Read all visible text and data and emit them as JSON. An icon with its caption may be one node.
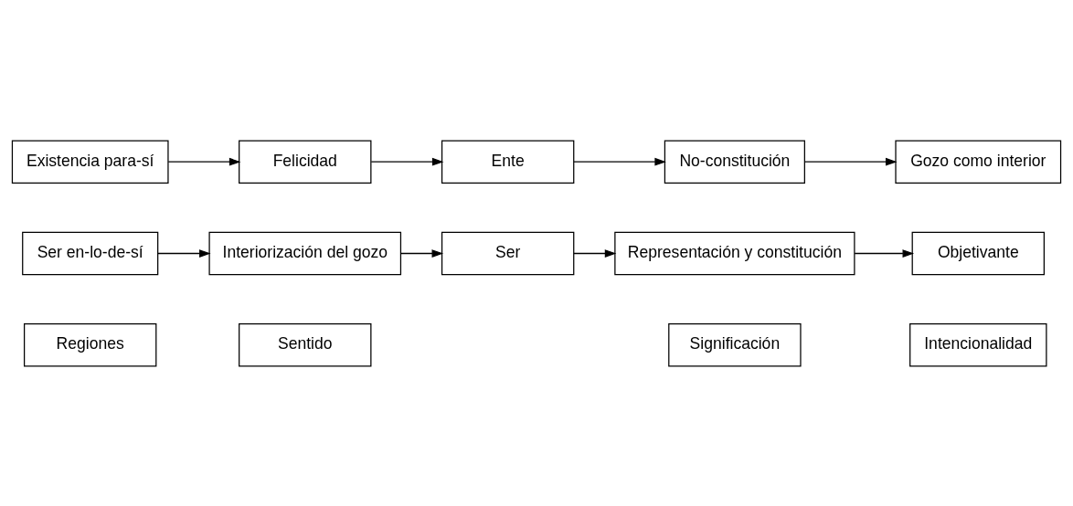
{
  "diagram": {
    "nodes": [
      {
        "text": [
          "Regiones"
        ]
      },
      {
        "text": [
          "Sentido"
        ]
      },
      {
        "text": [
          "Significación"
        ]
      },
      {
        "text": [
          "Intencionalidad"
        ]
      },
      {
        "text": [
          "Ser en-lo-de-sí"
        ]
      },
      {
        "text": [
          "Interiorización del gozo"
        ]
      },
      {
        "text": [
          "Ser"
        ]
      },
      {
        "text": [
          "Representación y constitución"
        ]
      },
      {
        "text": [
          "Objetivante"
        ]
      },
      {
        "text": [
          "Existencia para-sí"
        ]
      },
      {
        "text": [
          "Felicidad"
        ]
      },
      {
        "text": [
          "Ente"
        ]
      },
      {
        "text": [
          "No-constitución"
        ]
      },
      {
        "text": [
          "Gozo como interior"
        ]
      }
    ],
    "edges": [
      {
        "from": 4,
        "to": 5,
        "arrow": "to"
      },
      {
        "from": 5,
        "to": 6,
        "arrow": "to"
      },
      {
        "from": 6,
        "to": 7,
        "arrow": "to"
      },
      {
        "from": 7,
        "to": 8,
        "arrow": "to"
      },
      {
        "from": 9,
        "to": 10,
        "arrow": "to"
      },
      {
        "from": 10,
        "to": 11,
        "arrow": "to"
      },
      {
        "from": 11,
        "to": 12,
        "arrow": "to"
      },
      {
        "from": 12,
        "to": 13,
        "arrow": "to"
      }
    ]
  }
}
